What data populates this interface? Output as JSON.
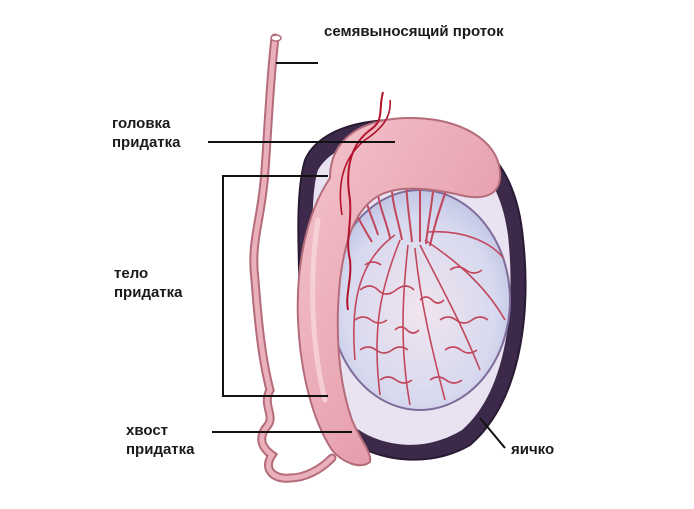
{
  "labels": {
    "vas_deferens": "семявыносящий проток",
    "head": {
      "line1": "головка",
      "line2": "придатка"
    },
    "body": {
      "line1": "тело",
      "line2": "придатка"
    },
    "tail": {
      "line1": "хвост",
      "line2": "придатка"
    },
    "testis": "яичко"
  },
  "colors": {
    "epididymis": "#e8a7b2",
    "epididymis_outline": "#b56c7a",
    "tunica": "#3d2a4a",
    "testis_fill": "#d9dcf0",
    "vessel": "#b3122a",
    "tubule": "#c2475c",
    "leader_line": "#111111"
  }
}
